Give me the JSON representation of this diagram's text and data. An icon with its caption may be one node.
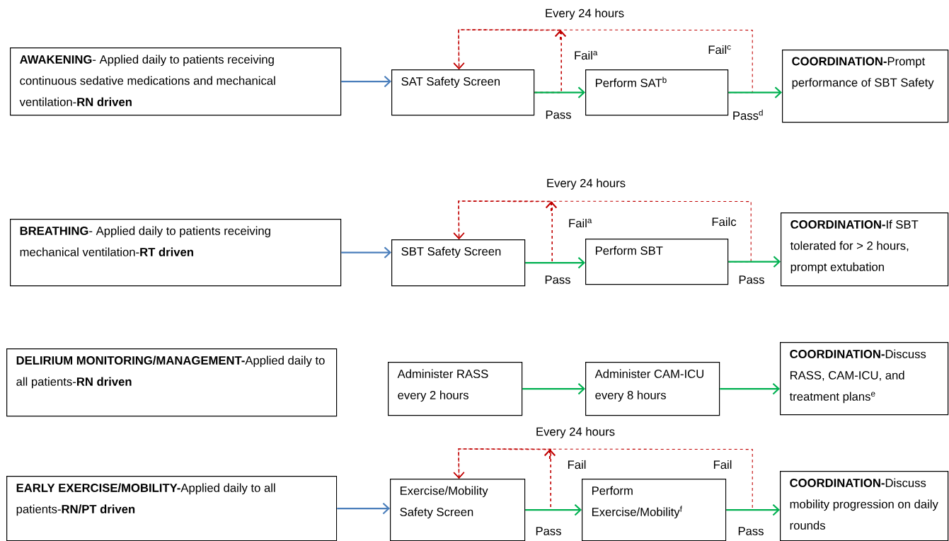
{
  "diagram": {
    "nodes": [
      {
        "text": [
          "**AWAKENING**- Applied daily to patients receiving continuous sedative medications and mechanical ventilation-**RN driven**"
        ]
      },
      {
        "text": [
          "SAT Safety Screen"
        ]
      },
      {
        "text": [
          "Perform SAT$^{b}$"
        ]
      },
      {
        "text": [
          "**COORDINATION-**Prompt performance of SBT Safety"
        ]
      },
      {
        "text": [
          "**BREATHING**- Applied daily to patients receiving mechanical ventilation-**RT driven**"
        ]
      },
      {
        "text": [
          "SBT Safety Screen"
        ]
      },
      {
        "text": [
          "Perform SBT"
        ]
      },
      {
        "text": [
          "**COORDINATION-**If SBT tolerated for > 2 hours, prompt extubation"
        ]
      },
      {
        "text": [
          "**DELIRIUM MONITORING/MANAGEMENT-**Applied daily to all patients-**RN driven**"
        ]
      },
      {
        "text": [
          "Administer RASS every 2 hours"
        ]
      },
      {
        "text": [
          "Administer CAM-ICU every 8 hours"
        ]
      },
      {
        "text": [
          "**COORDINATION-**Discuss RASS, CAM-ICU, and treatment plans$^{e}$"
        ]
      },
      {
        "text": [
          "**EARLY EXERCISE/MOBILITY-**Applied daily to all patients-**RN/PT driven**"
        ]
      },
      {
        "text": [
          "Exercise/Mobility Safety Screen"
        ]
      },
      {
        "text": [
          "Perform Exercise/Mobility$^{f}$"
        ]
      },
      {
        "text": [
          "**COORDINATION-**Discuss mobility progression on daily rounds"
        ]
      }
    ],
    "edges": [
      {
        "from": 0,
        "to": 1,
        "arrow": "to",
        "color": "#4a7ebb"
      },
      {
        "from": 1,
        "to": 2,
        "arrow": "to",
        "label": "Pass"
      },
      {
        "from": 2,
        "to": 3,
        "arrow": "to",
        "label": "Pass$^{d}$"
      },
      {
        "from": 1,
        "to": 1,
        "arrow": "to",
        "label": "Fail$^{a}$",
        "style": "dashed",
        "color": "#c00000"
      },
      {
        "from": 2,
        "to": 1,
        "arrow": "to",
        "label": "Fail$^{c}$",
        "style": "dashed",
        "color": "#c00000"
      },
      {
        "from": 4,
        "to": 5,
        "arrow": "to",
        "color": "#4a7ebb"
      },
      {
        "from": 5,
        "to": 6,
        "arrow": "to",
        "label": "Pass"
      },
      {
        "from": 6,
        "to": 7,
        "arrow": "to",
        "label": "Pass"
      },
      {
        "from": 5,
        "to": 5,
        "arrow": "to",
        "label": "Fail$^{a}$",
        "style": "dashed",
        "color": "#c00000"
      },
      {
        "from": 6,
        "to": 5,
        "arrow": "to",
        "label": "Failc",
        "style": "dashed",
        "color": "#c00000"
      },
      {
        "from": 9,
        "to": 10,
        "arrow": "to"
      },
      {
        "from": 10,
        "to": 11,
        "arrow": "to"
      },
      {
        "from": 12,
        "to": 13,
        "arrow": "to",
        "color": "#4a7ebb"
      },
      {
        "from": 13,
        "to": 14,
        "arrow": "to",
        "label": "Pass"
      },
      {
        "from": 14,
        "to": 15,
        "arrow": "to",
        "label": "Pass"
      },
      {
        "from": 13,
        "to": 13,
        "arrow": "to",
        "label": "Fail",
        "style": "dashed",
        "color": "#c00000"
      },
      {
        "from": 14,
        "to": 13,
        "arrow": "to",
        "label": "Fail",
        "style": "dashed",
        "color": "#c00000"
      }
    ],
    "labels": [
      "Every 24 hours",
      "Every 24 hours",
      "Every 24 hours"
    ]
  }
}
